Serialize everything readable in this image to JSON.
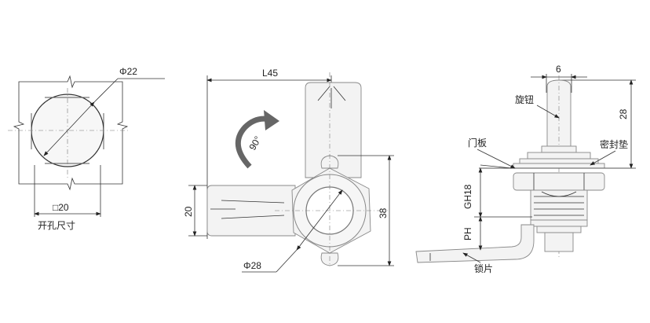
{
  "cutout_view": {
    "diameter_label": "Φ22",
    "square_label": "□20",
    "caption": "开孔尺寸"
  },
  "front_view": {
    "length_label": "L45",
    "rotation_label": "90°",
    "height_left_label": "20",
    "height_right_label": "38",
    "diameter_label": "Φ28"
  },
  "side_view": {
    "width_label": "6",
    "height_label": "28",
    "knob_label": "旋钮",
    "door_panel_label": "门板",
    "gasket_label": "密封垫",
    "gh_label": "GH18",
    "ph_label": "PH",
    "cam_label": "锁片"
  }
}
